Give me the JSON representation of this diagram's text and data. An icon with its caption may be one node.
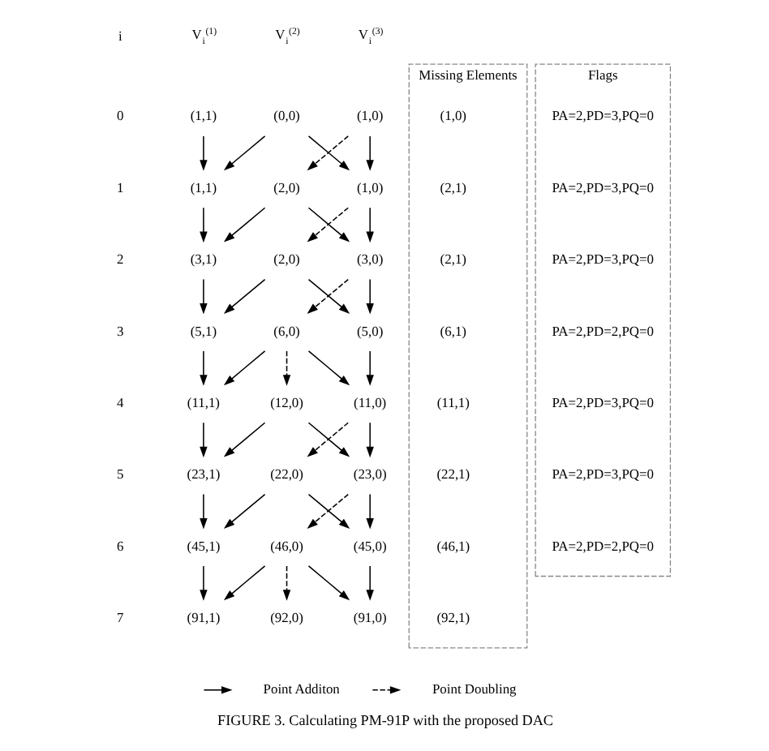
{
  "diagram": {
    "caption": "FIGURE 3. Calculating PM-91P with the proposed DAC",
    "nodes": [
      {
        "text": [
          "(1,1)"
        ]
      },
      {
        "text": [
          "(0,0)"
        ]
      },
      {
        "text": [
          "(1,0)"
        ]
      },
      {
        "text": [
          "(1,1)"
        ]
      },
      {
        "text": [
          "(2,0)"
        ]
      },
      {
        "text": [
          "(1,0)"
        ]
      },
      {
        "text": [
          "(3,1)"
        ]
      },
      {
        "text": [
          "(2,0)"
        ]
      },
      {
        "text": [
          "(3,0)"
        ]
      },
      {
        "text": [
          "(5,1)"
        ]
      },
      {
        "text": [
          "(6,0)"
        ]
      },
      {
        "text": [
          "(5,0)"
        ]
      },
      {
        "text": [
          "(11,1)"
        ]
      },
      {
        "text": [
          "(12,0)"
        ]
      },
      {
        "text": [
          "(11,0)"
        ]
      },
      {
        "text": [
          "(23,1)"
        ]
      },
      {
        "text": [
          "(22,0)"
        ]
      },
      {
        "text": [
          "(23,0)"
        ]
      },
      {
        "text": [
          "(45,1)"
        ]
      },
      {
        "text": [
          "(46,0)"
        ]
      },
      {
        "text": [
          "(45,0)"
        ]
      },
      {
        "text": [
          "(91,1)"
        ]
      },
      {
        "text": [
          "(92,0)"
        ]
      },
      {
        "text": [
          "(91,0)"
        ]
      },
      {
        "text": [
          "Missing Elements"
        ]
      },
      {
        "text": [
          "(1,0)"
        ],
        "in": 24
      },
      {
        "text": [
          "(2,1)"
        ],
        "in": 24
      },
      {
        "text": [
          "(2,1)"
        ],
        "in": 24
      },
      {
        "text": [
          "(6,1)"
        ],
        "in": 24
      },
      {
        "text": [
          "(11,1)"
        ],
        "in": 24
      },
      {
        "text": [
          "(22,1)"
        ],
        "in": 24
      },
      {
        "text": [
          "(46,1)"
        ],
        "in": 24
      },
      {
        "text": [
          "(92,1)"
        ],
        "in": 24
      },
      {
        "text": [
          "Flags"
        ]
      },
      {
        "text": [
          "PA=2,PD=3,PQ=0"
        ],
        "in": 33
      },
      {
        "text": [
          "PA=2,PD=3,PQ=0"
        ],
        "in": 33
      },
      {
        "text": [
          "PA=2,PD=3,PQ=0"
        ],
        "in": 33
      },
      {
        "text": [
          "PA=2,PD=2,PQ=0"
        ],
        "in": 33
      },
      {
        "text": [
          "PA=2,PD=3,PQ=0"
        ],
        "in": 33
      },
      {
        "text": [
          "PA=2,PD=3,PQ=0"
        ],
        "in": 33
      },
      {
        "text": [
          "PA=2,PD=2,PQ=0"
        ],
        "in": 33
      }
    ],
    "edges": [
      {
        "from": 0,
        "to": 3,
        "arrow": "to"
      },
      {
        "from": 1,
        "to": 3,
        "arrow": "to"
      },
      {
        "from": 1,
        "to": 5,
        "arrow": "to"
      },
      {
        "from": 2,
        "to": 5,
        "arrow": "to"
      },
      {
        "from": 2,
        "to": 4,
        "arrow": "to",
        "style": "dashed"
      },
      {
        "from": 3,
        "to": 6,
        "arrow": "to"
      },
      {
        "from": 4,
        "to": 6,
        "arrow": "to"
      },
      {
        "from": 4,
        "to": 8,
        "arrow": "to"
      },
      {
        "from": 5,
        "to": 8,
        "arrow": "to"
      },
      {
        "from": 5,
        "to": 7,
        "arrow": "to",
        "style": "dashed"
      },
      {
        "from": 6,
        "to": 9,
        "arrow": "to"
      },
      {
        "from": 7,
        "to": 9,
        "arrow": "to"
      },
      {
        "from": 7,
        "to": 11,
        "arrow": "to"
      },
      {
        "from": 8,
        "to": 11,
        "arrow": "to"
      },
      {
        "from": 8,
        "to": 10,
        "arrow": "to",
        "style": "dashed"
      },
      {
        "from": 9,
        "to": 12,
        "arrow": "to"
      },
      {
        "from": 10,
        "to": 12,
        "arrow": "to"
      },
      {
        "from": 10,
        "to": 13,
        "arrow": "to",
        "style": "dashed"
      },
      {
        "from": 10,
        "to": 14,
        "arrow": "to"
      },
      {
        "from": 11,
        "to": 14,
        "arrow": "to"
      },
      {
        "from": 12,
        "to": 15,
        "arrow": "to"
      },
      {
        "from": 13,
        "to": 15,
        "arrow": "to"
      },
      {
        "from": 13,
        "to": 17,
        "arrow": "to"
      },
      {
        "from": 14,
        "to": 17,
        "arrow": "to"
      },
      {
        "from": 14,
        "to": 16,
        "arrow": "to",
        "style": "dashed"
      },
      {
        "from": 15,
        "to": 18,
        "arrow": "to"
      },
      {
        "from": 16,
        "to": 18,
        "arrow": "to"
      },
      {
        "from": 16,
        "to": 20,
        "arrow": "to"
      },
      {
        "from": 17,
        "to": 20,
        "arrow": "to"
      },
      {
        "from": 17,
        "to": 19,
        "arrow": "to",
        "style": "dashed"
      },
      {
        "from": 18,
        "to": 21,
        "arrow": "to"
      },
      {
        "from": 19,
        "to": 21,
        "arrow": "to"
      },
      {
        "from": 19,
        "to": 22,
        "arrow": "to",
        "style": "dashed"
      },
      {
        "from": 19,
        "to": 23,
        "arrow": "to"
      },
      {
        "from": 20,
        "to": 23,
        "arrow": "to"
      }
    ],
    "labels": [
      "i",
      "V$_{i}$$^{(1)}$",
      "V$_{i}$$^{(2)}$",
      "V$_{i}$$^{(3)}$",
      "0",
      "1",
      "2",
      "3",
      "4",
      "5",
      "6",
      "7"
    ],
    "legend": [
      {
        "text": "Point Additon"
      },
      {
        "text": "Point Doubling"
      }
    ]
  }
}
